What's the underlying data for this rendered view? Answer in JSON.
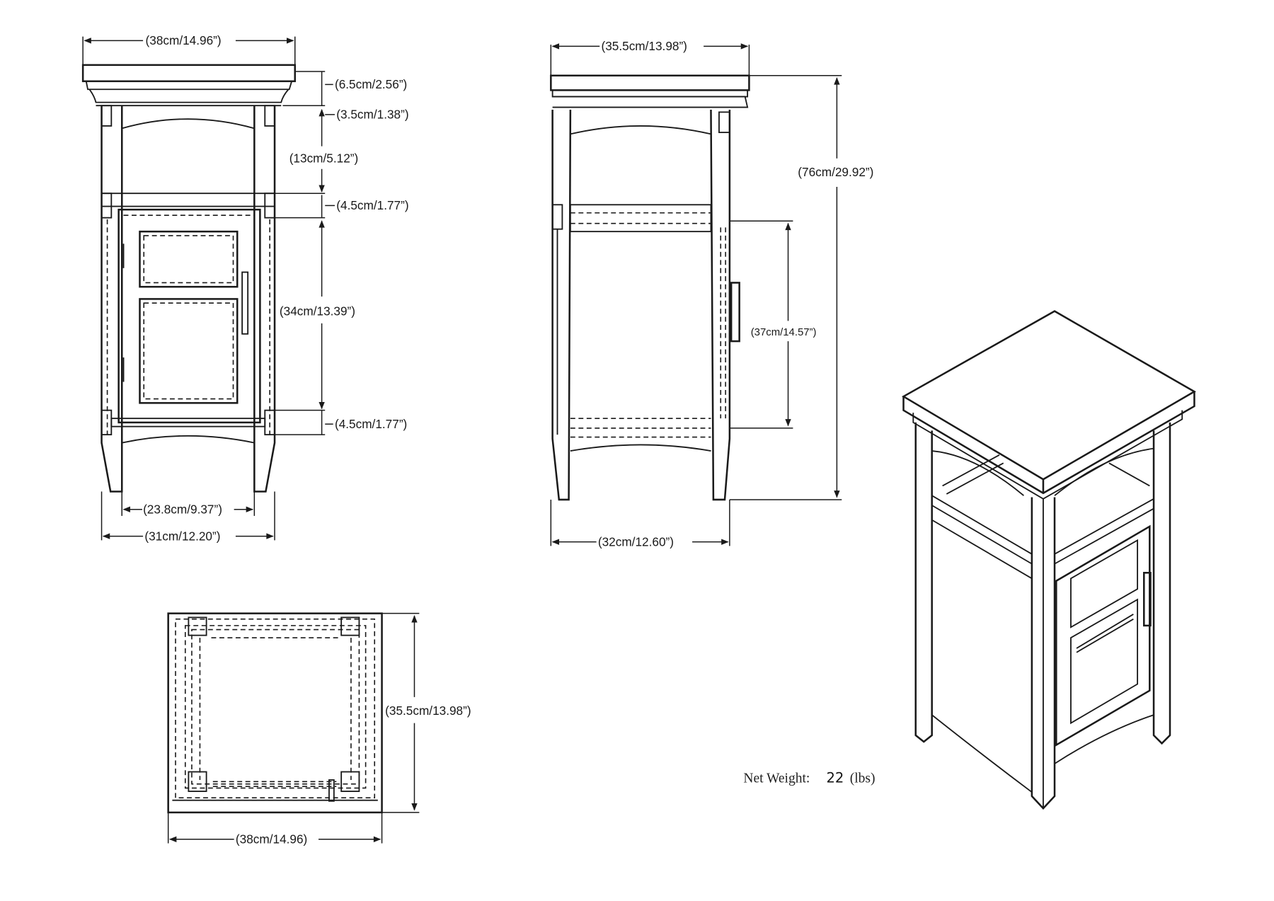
{
  "front_view": {
    "width_top": "(38cm/14.96”)",
    "top_thickness": "(6.5cm/2.56”)",
    "apron_height": "(3.5cm/1.38”)",
    "open_shelf_height": "(13cm/5.12”)",
    "upper_rail": "(4.5cm/1.77”)",
    "door_height": "(34cm/13.39”)",
    "lower_rail": "(4.5cm/1.77”)",
    "inner_leg_span": "(23.8cm/9.37”)",
    "outer_leg_span": "(31cm/12.20”)"
  },
  "side_view": {
    "depth_top": "(35.5cm/13.98”)",
    "total_height": "(76cm/29.92”)",
    "cabinet_height": "(37cm/14.57”)",
    "leg_depth": "(32cm/12.60”)"
  },
  "top_view": {
    "depth": "(35.5cm/13.98”)",
    "width": "(38cm/14.96)"
  },
  "weight": {
    "label": "Net Weight:",
    "value": "22",
    "unit": "(lbs)"
  }
}
